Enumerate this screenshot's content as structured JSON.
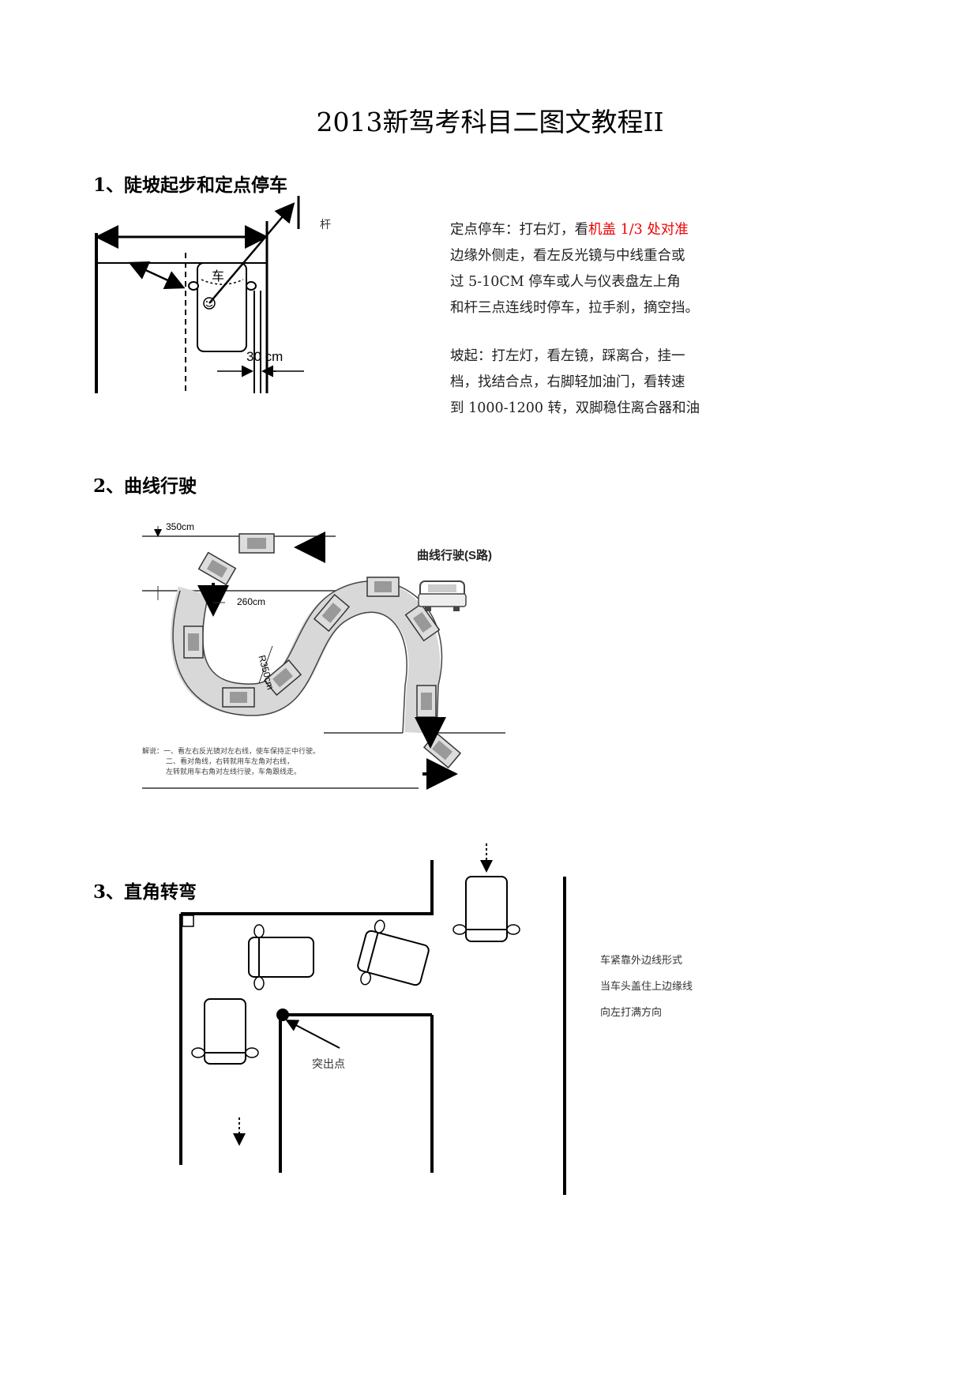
{
  "title": "2013新驾考科目二图文教程II",
  "section1": {
    "heading": "1、陡坡起步和定点停车",
    "pole_label": "杆",
    "car_label": "车",
    "distance_label": "30 cm",
    "parking_text_1": "定点停车：打右灯，看",
    "parking_text_red": "机盖 1/3 处对准",
    "parking_text_2": "边缘外侧走，看左反光镜与中线重合或",
    "parking_text_3": "过 5-10CM 停车或人与仪表盘左上角",
    "parking_text_4": "和杆三点连线时停车，拉手刹，摘空挡。",
    "slope_text_1": "坡起：打左灯，看左镜，踩离合，挂一",
    "slope_text_2": "档，找结合点，右脚轻加油门，看转速",
    "slope_text_3": "到 1000-1200 转，双脚稳住离合器和油"
  },
  "section2": {
    "heading": "2、曲线行驶",
    "diagram_title": "曲线行驶(S路)",
    "width_label": "350cm",
    "gap_label": "260cm",
    "radius_label": "R350cm",
    "note_1": "解说：一、看左右反光镜对左右线，使车保持正中行驶。",
    "note_2": "二、看对角线，右转就用车左角对右线，",
    "note_3": "左转就用车右角对左线行驶，车角跟线走。"
  },
  "section3": {
    "heading": "3、直角转弯",
    "point_label": "突出点",
    "side_text_1": "车紧靠外边线形式",
    "side_text_2": "当车头盖住上边缘线",
    "side_text_3": "向左打满方向"
  }
}
